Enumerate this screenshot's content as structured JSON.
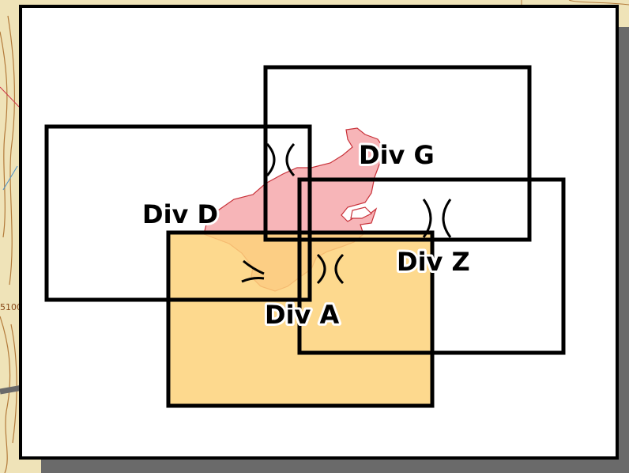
{
  "map": {
    "divisions": [
      {
        "name": "Div D",
        "fill": "none"
      },
      {
        "name": "Div G",
        "fill": "none"
      },
      {
        "name": "Div Z",
        "fill": "none"
      },
      {
        "name": "Div A",
        "fill": "#fdd27a"
      }
    ],
    "perimeter": {
      "fill": "#f7b5b8",
      "stroke": "#c8323a"
    },
    "topo_label": "5100",
    "colors": {
      "basemap": "#efe3b8",
      "contour": "#b37a3a",
      "frame": "#000000",
      "shadow": "#6a6a6a",
      "panel": "#ffffff"
    }
  }
}
